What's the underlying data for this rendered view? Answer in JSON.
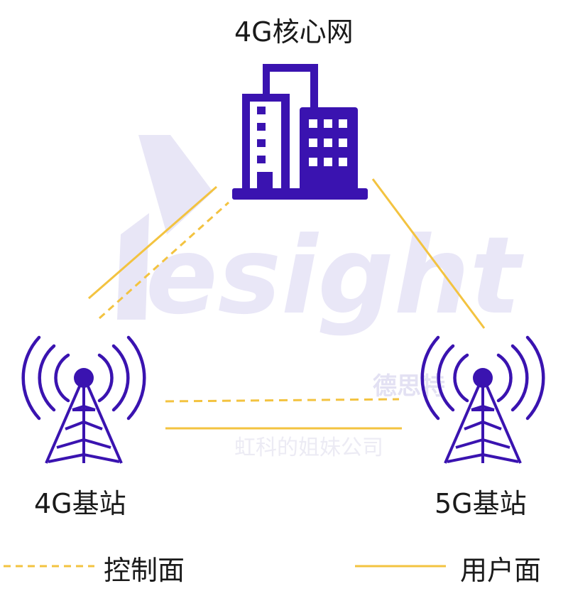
{
  "nodes": {
    "core": "4G核心网",
    "bs4g": "4G基站",
    "bs5g": "5G基站"
  },
  "legend": {
    "control_plane": "控制面",
    "user_plane": "用户面"
  },
  "watermark": {
    "brand": "esight",
    "brand_cn": "德思特",
    "tagline": "虹科的姐妹公司"
  },
  "colors": {
    "icon": "#3a13b0",
    "line": "#f3c340",
    "watermark": "#e8e6f6"
  }
}
